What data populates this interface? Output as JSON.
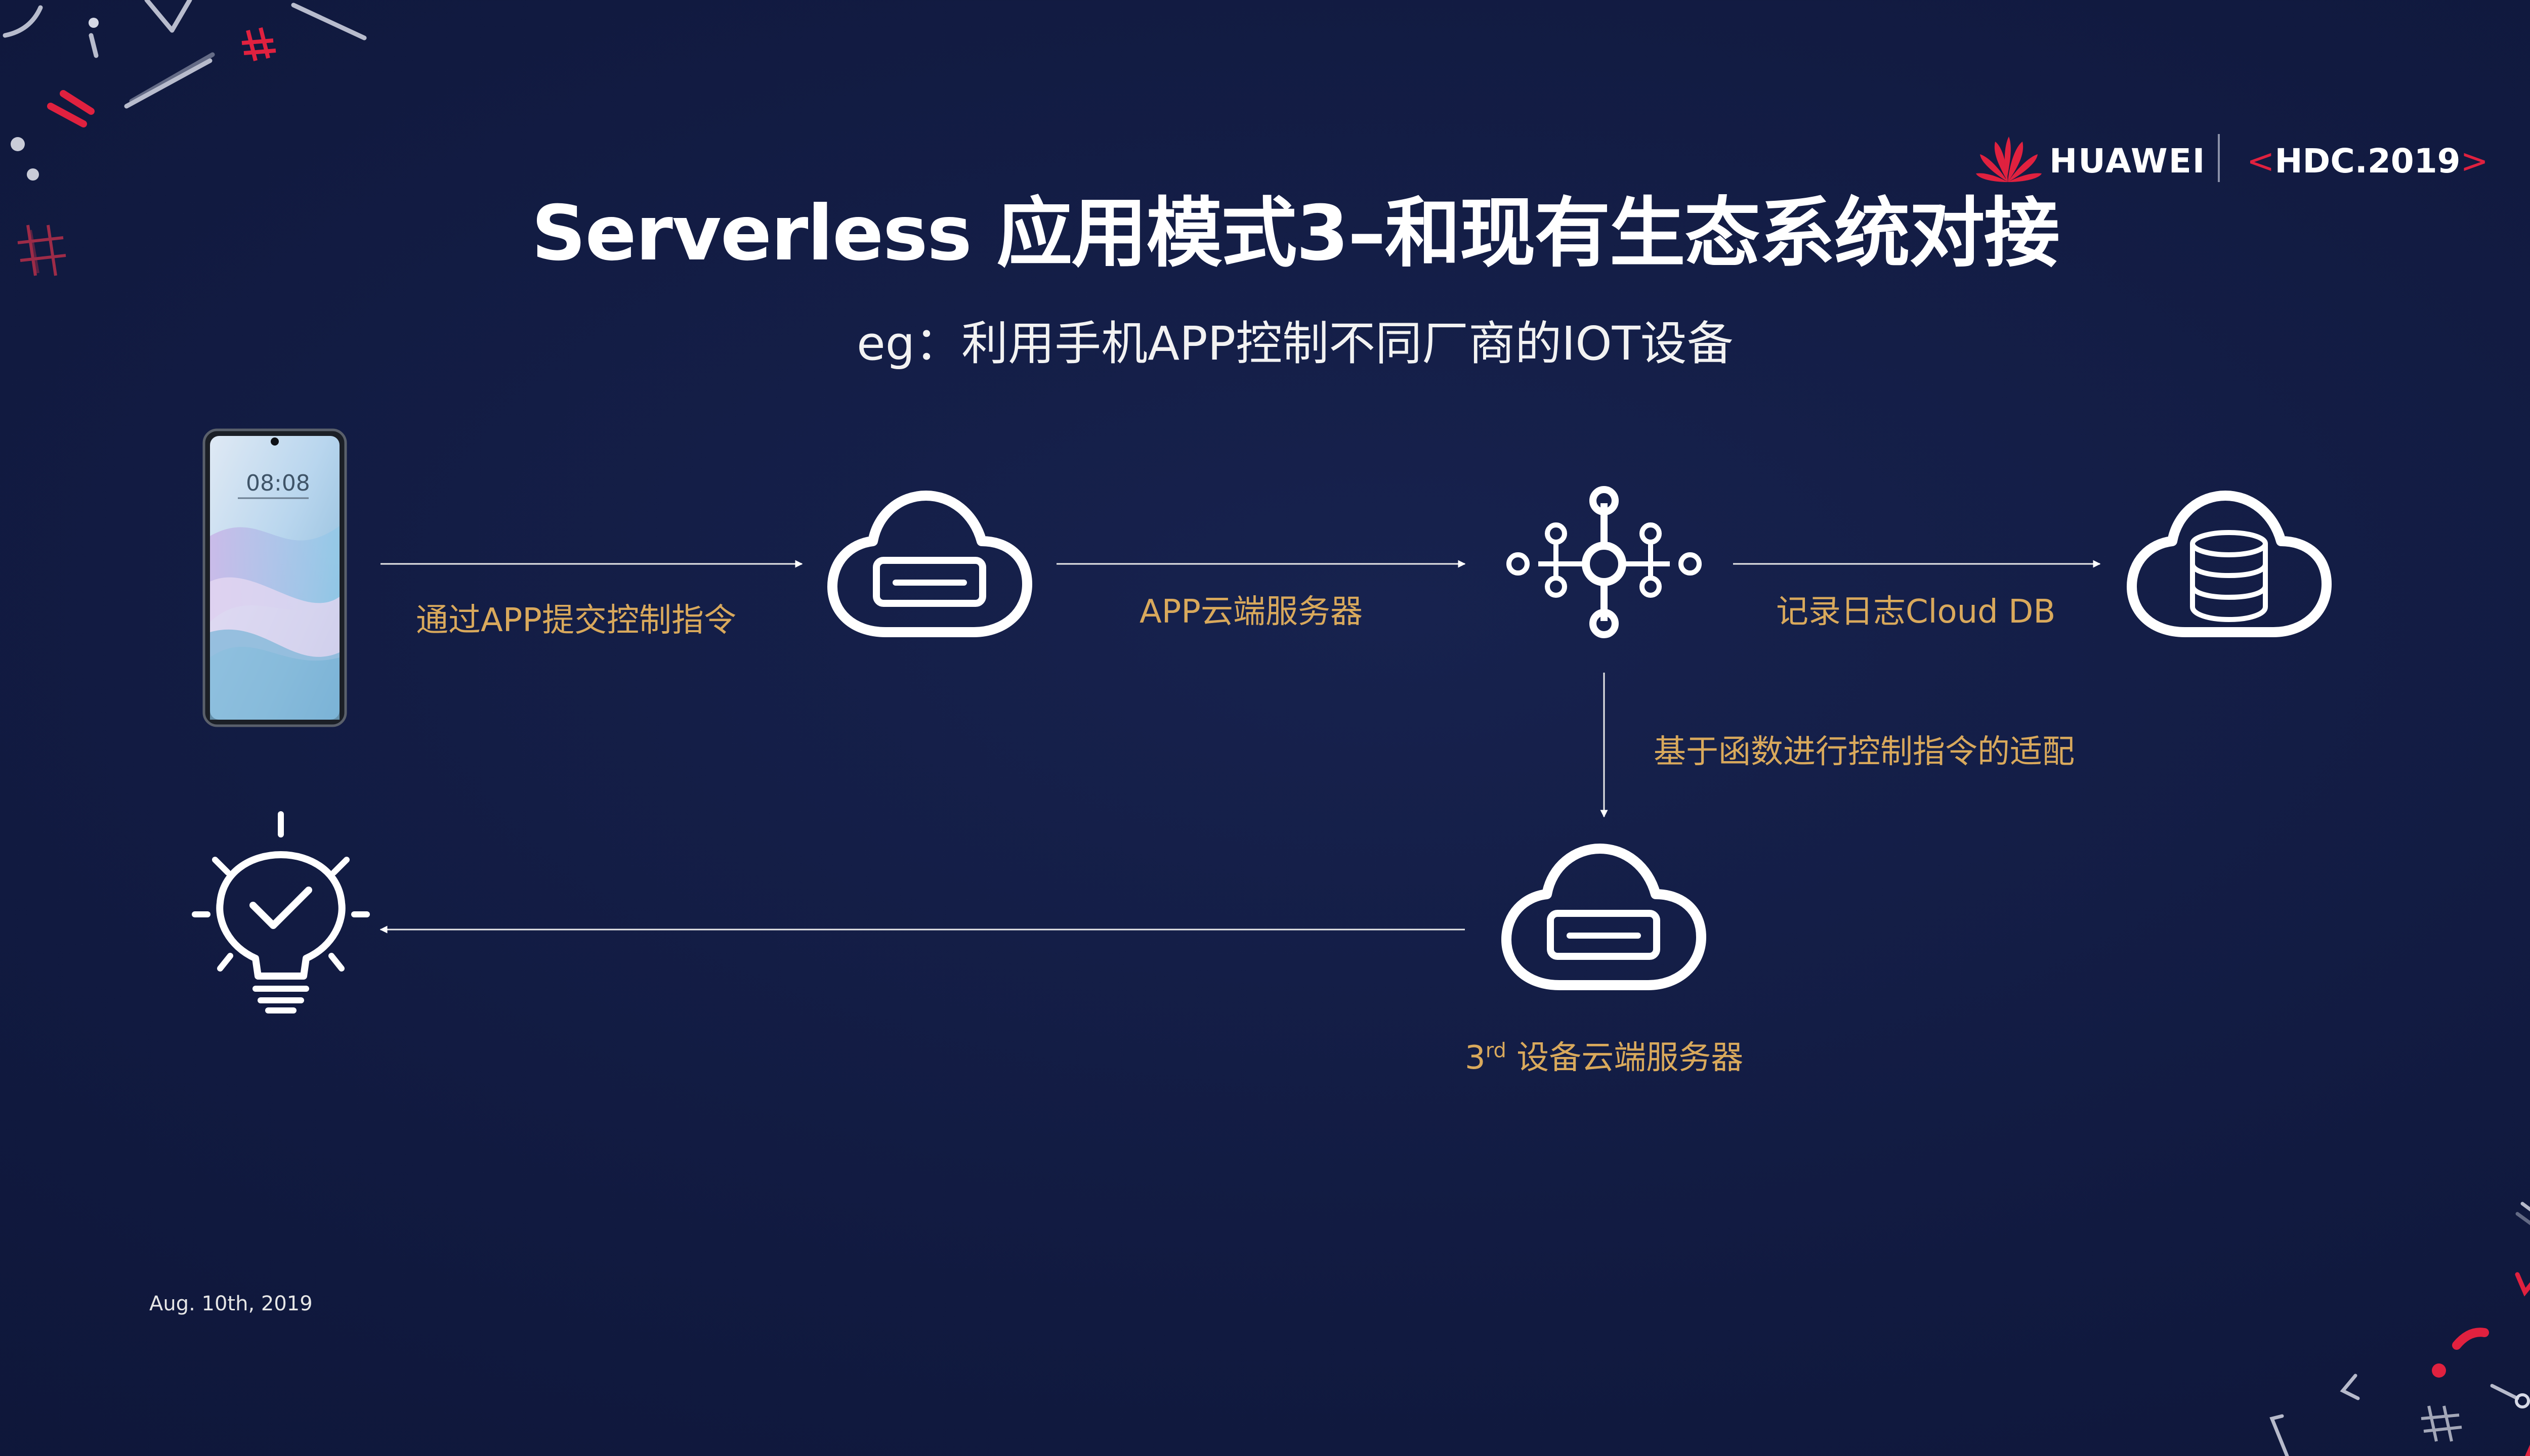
{
  "header": {
    "brand_name": "HUAWEI",
    "event_open": "<",
    "event_name": "HDC.2019",
    "event_close": ">",
    "accent_color": "#e0213f"
  },
  "title": "Serverless 应用模式3–和现有生态系统对接",
  "subtitle": "eg：利用手机APP控制不同厂商的IOT设备",
  "diagram": {
    "phone": {
      "time": "08:08"
    },
    "labels": {
      "edge_phone_to_app_cloud": "通过APP提交控制指令",
      "app_cloud_server": "APP云端服务器",
      "edge_function_to_db": "记录日志Cloud DB",
      "edge_function_to_device_cloud": "基于函数进行控制指令的适配",
      "device_cloud_num": "3",
      "device_cloud_sup": "rd",
      "device_cloud_rest": " 设备云端服务器"
    },
    "icons": [
      "phone-icon",
      "cloud-server-icon",
      "function-hub-icon",
      "cloud-database-icon",
      "cloud-server-icon",
      "lightbulb-check-icon"
    ],
    "label_color": "#d9a95c"
  },
  "footer": {
    "date": "Aug. 10th, 2019"
  }
}
